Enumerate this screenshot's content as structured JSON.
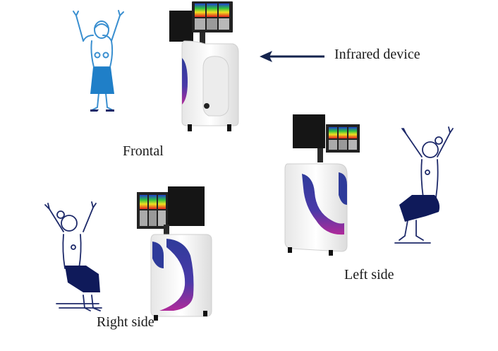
{
  "labels": {
    "frontal": "Frontal",
    "left_side": "Left side",
    "right_side": "Right side",
    "infrared_device": "Infrared device"
  },
  "colors": {
    "frontal_figure": "#3a8fd0",
    "side_figure_outline": "#1e2a6a",
    "side_figure_fill": "#0f1a5a",
    "arrow": "#14234d",
    "device_body": "#f4f4f4",
    "device_accent_purple": "#7a3aa0",
    "device_accent_blue": "#2e3b9a",
    "screen": "#151515"
  },
  "icons": [
    "frontal-figure-icon",
    "left-side-figure-icon",
    "right-side-figure-icon",
    "infrared-device-icon",
    "arrow-left-icon"
  ]
}
